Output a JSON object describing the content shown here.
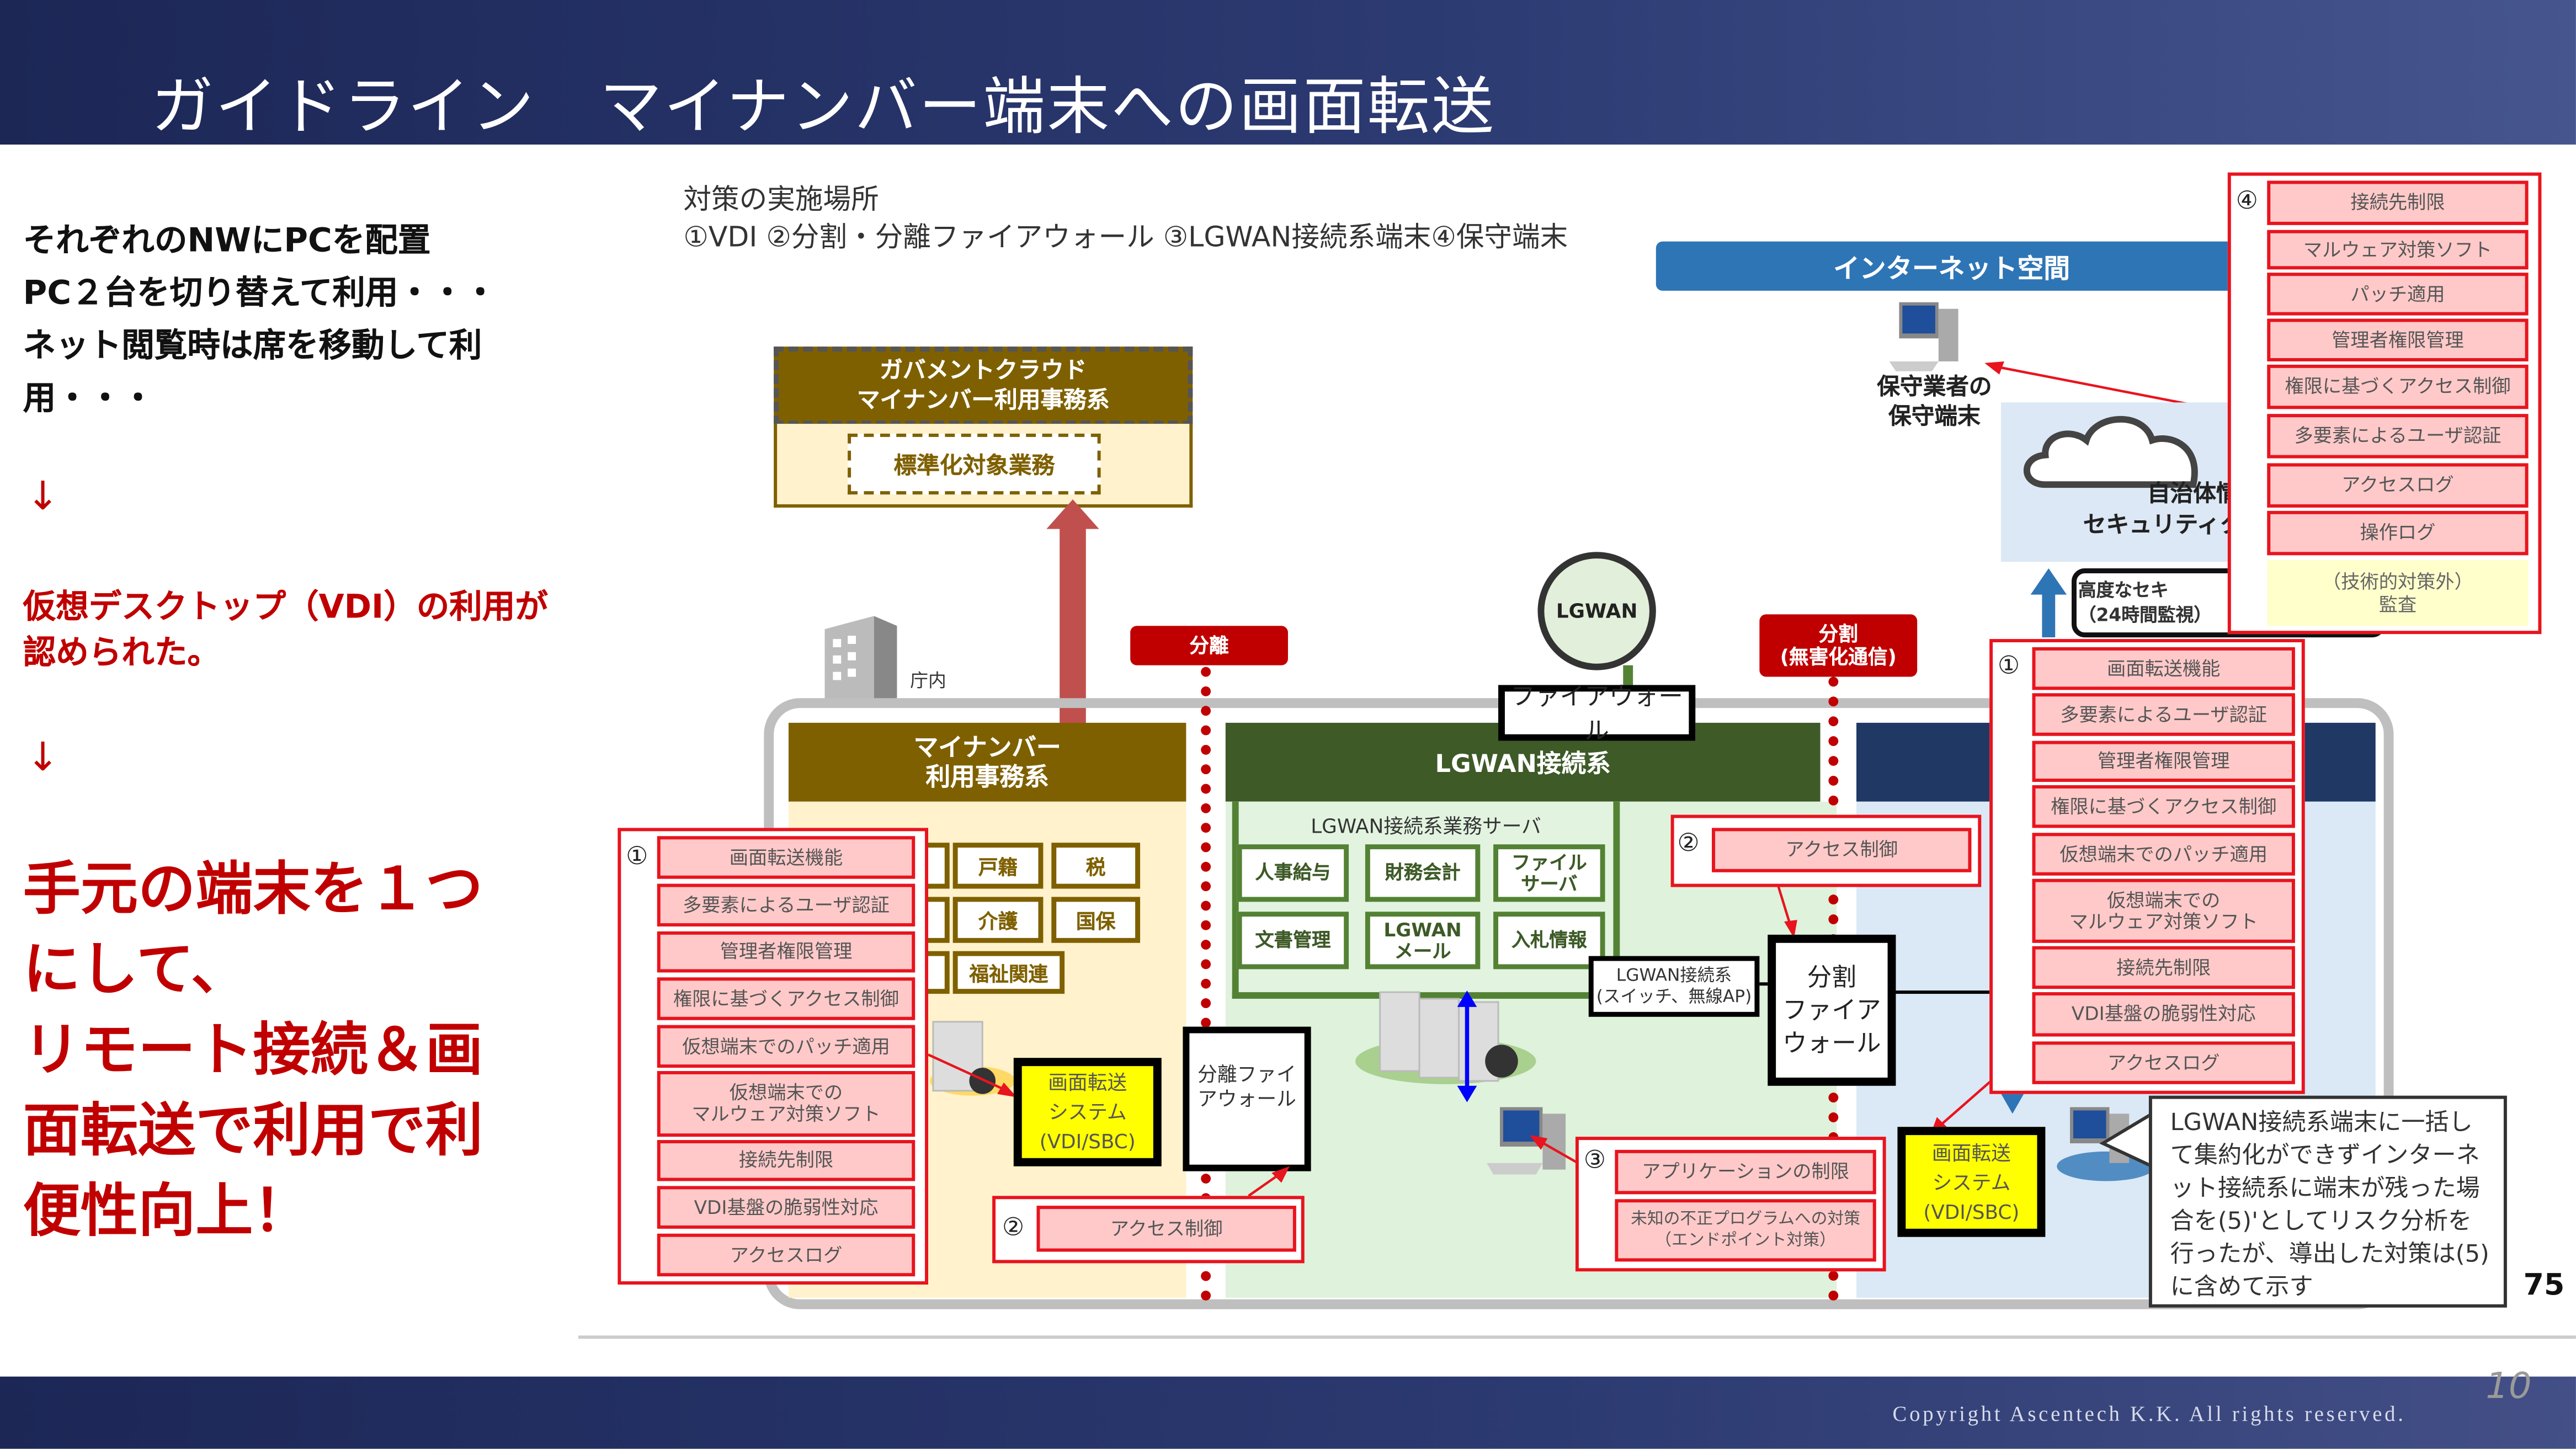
{
  "header": {
    "title": "ガイドライン　マイナンバー端末への画面転送"
  },
  "left": {
    "intro": "それぞれのNWにPCを配置\nPC２台を切り替えて利用・・・\nネット閲覧時は席を移動して利用・・・",
    "arrow1": "↓",
    "vdi": "仮想デスクトップ（VDI）の利用が認められた。",
    "arrow2": "↓",
    "conclusion": "手元の端末を１つ\nにして、\nリモート接続＆画\n面転送で利用で利\n便性向上！"
  },
  "diagram": {
    "places_title": "対策の実施場所",
    "places_list": "①VDI ②分割・分離ファイアウォール ③LGWAN接続系端末④保守端末",
    "internet_space": "インターネット空間",
    "maintenance_terminal": "保守業者の\n保守端末",
    "cloud_label": "自治体情\nセキュリティク",
    "advanced_box": "高度なセキ\n（24時間監視）",
    "gov_cloud": {
      "title": "ガバメントクラウド\nマイナンバー利用事務系",
      "inner": "標準化対象業務"
    },
    "building_label": "庁内",
    "mynumber": {
      "title": "マイナンバー\n利用事務系",
      "items": [
        "戸籍",
        "税",
        "介護",
        "国保",
        "福祉関連"
      ]
    },
    "separation_tag": "分離",
    "separation_fw": "分離ファイ\nアウォール",
    "screen_transfer_left": "画面転送\nシステム\n(VDI/SBC)",
    "lgwan": {
      "circle": "LGWAN",
      "title": "LGWAN接続系",
      "servers_title": "LGWAN接続系業務サーバ",
      "items": [
        "人事給与",
        "財務会計",
        "ファイル\nサーバ",
        "文書管理",
        "LGWAN\nメール",
        "入札情報"
      ],
      "firewall": "ファイアウォール",
      "switch": "LGWAN接続系\n(スイッチ、無線AP)"
    },
    "split_tag": "分割\n(無害化通信)",
    "split_fw": "分割\nファイア\nウォール",
    "screen_transfer_right": "画面転送\nシステム\n(VDI/SBC)",
    "callout": "LGWAN接続系端末に一括して集約化ができずインターネット接続系に端末が残った場合を(5)'としてリスク分析を行ったが、導出した対策は(5)に含めて示す"
  },
  "panels": {
    "vdi_left": {
      "num": "①",
      "items": [
        "画面転送機能",
        "多要素によるユーザ認証",
        "管理者権限管理",
        "権限に基づくアクセス制御",
        "仮想端末でのパッチ適用",
        "仮想端末での\nマルウェア対策ソフト",
        "接続先制限",
        "VDI基盤の脆弱性対応",
        "アクセスログ"
      ]
    },
    "fw_left": {
      "num": "②",
      "items": [
        "アクセス制御"
      ]
    },
    "fw_right": {
      "num": "②",
      "items": [
        "アクセス制御"
      ]
    },
    "terminal": {
      "num": "③",
      "items": [
        "アプリケーションの制限",
        "未知の不正プログラムへの対策\n（エンドポイント対策）"
      ]
    },
    "vdi_right": {
      "num": "①",
      "items": [
        "画面転送機能",
        "多要素によるユーザ認証",
        "管理者権限管理",
        "権限に基づくアクセス制御",
        "仮想端末でのパッチ適用",
        "仮想端末での\nマルウェア対策ソフト",
        "接続先制限",
        "VDI基盤の脆弱性対応",
        "アクセスログ"
      ]
    },
    "maintenance": {
      "num": "④",
      "items": [
        "接続先制限",
        "マルウェア対策ソフト",
        "パッチ適用",
        "管理者権限管理",
        "権限に基づくアクセス制御",
        "多要素によるユーザ認証",
        "アクセスログ",
        "操作ログ"
      ],
      "non_technical": "（技術的対策外）\n監査"
    }
  },
  "page_number_inner": "75",
  "footer": {
    "copyright": "Copyright Ascentech K.K. All rights reserved.",
    "page": "10"
  },
  "colors": {
    "header": "#1c2756",
    "accent_red": "#c00000",
    "panel_red": "#e8141e",
    "mynumber_brown": "#7f6000",
    "lgwan_green": "#3d5a27",
    "internet_navy": "#1f3864",
    "internet_blue": "#2e75b6"
  }
}
